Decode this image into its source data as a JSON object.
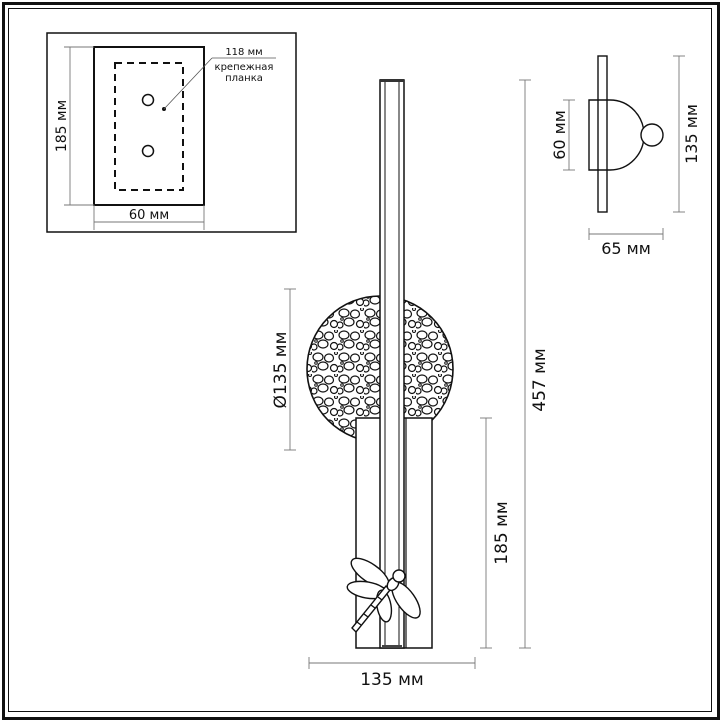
{
  "drawing": {
    "type": "technical dimension drawing",
    "subject": "wall lamp"
  },
  "mounting_plate_view": {
    "height_label": "185 мм",
    "width_label": "60 мм",
    "bracket_size_label": "118 мм",
    "bracket_caption_line1": "крепежная",
    "bracket_caption_line2": "планка"
  },
  "side_view": {
    "base_height_label": "60 мм",
    "total_height_label": "135 мм",
    "depth_label": "65 мм"
  },
  "front_view": {
    "disc_diameter_label": "Ø135 мм",
    "total_height_label": "457 мм",
    "lower_body_height_label": "185 мм",
    "width_label": "135 мм"
  },
  "colors": {
    "line": "#111111",
    "dimension_line": "#777777",
    "background": "#ffffff"
  }
}
